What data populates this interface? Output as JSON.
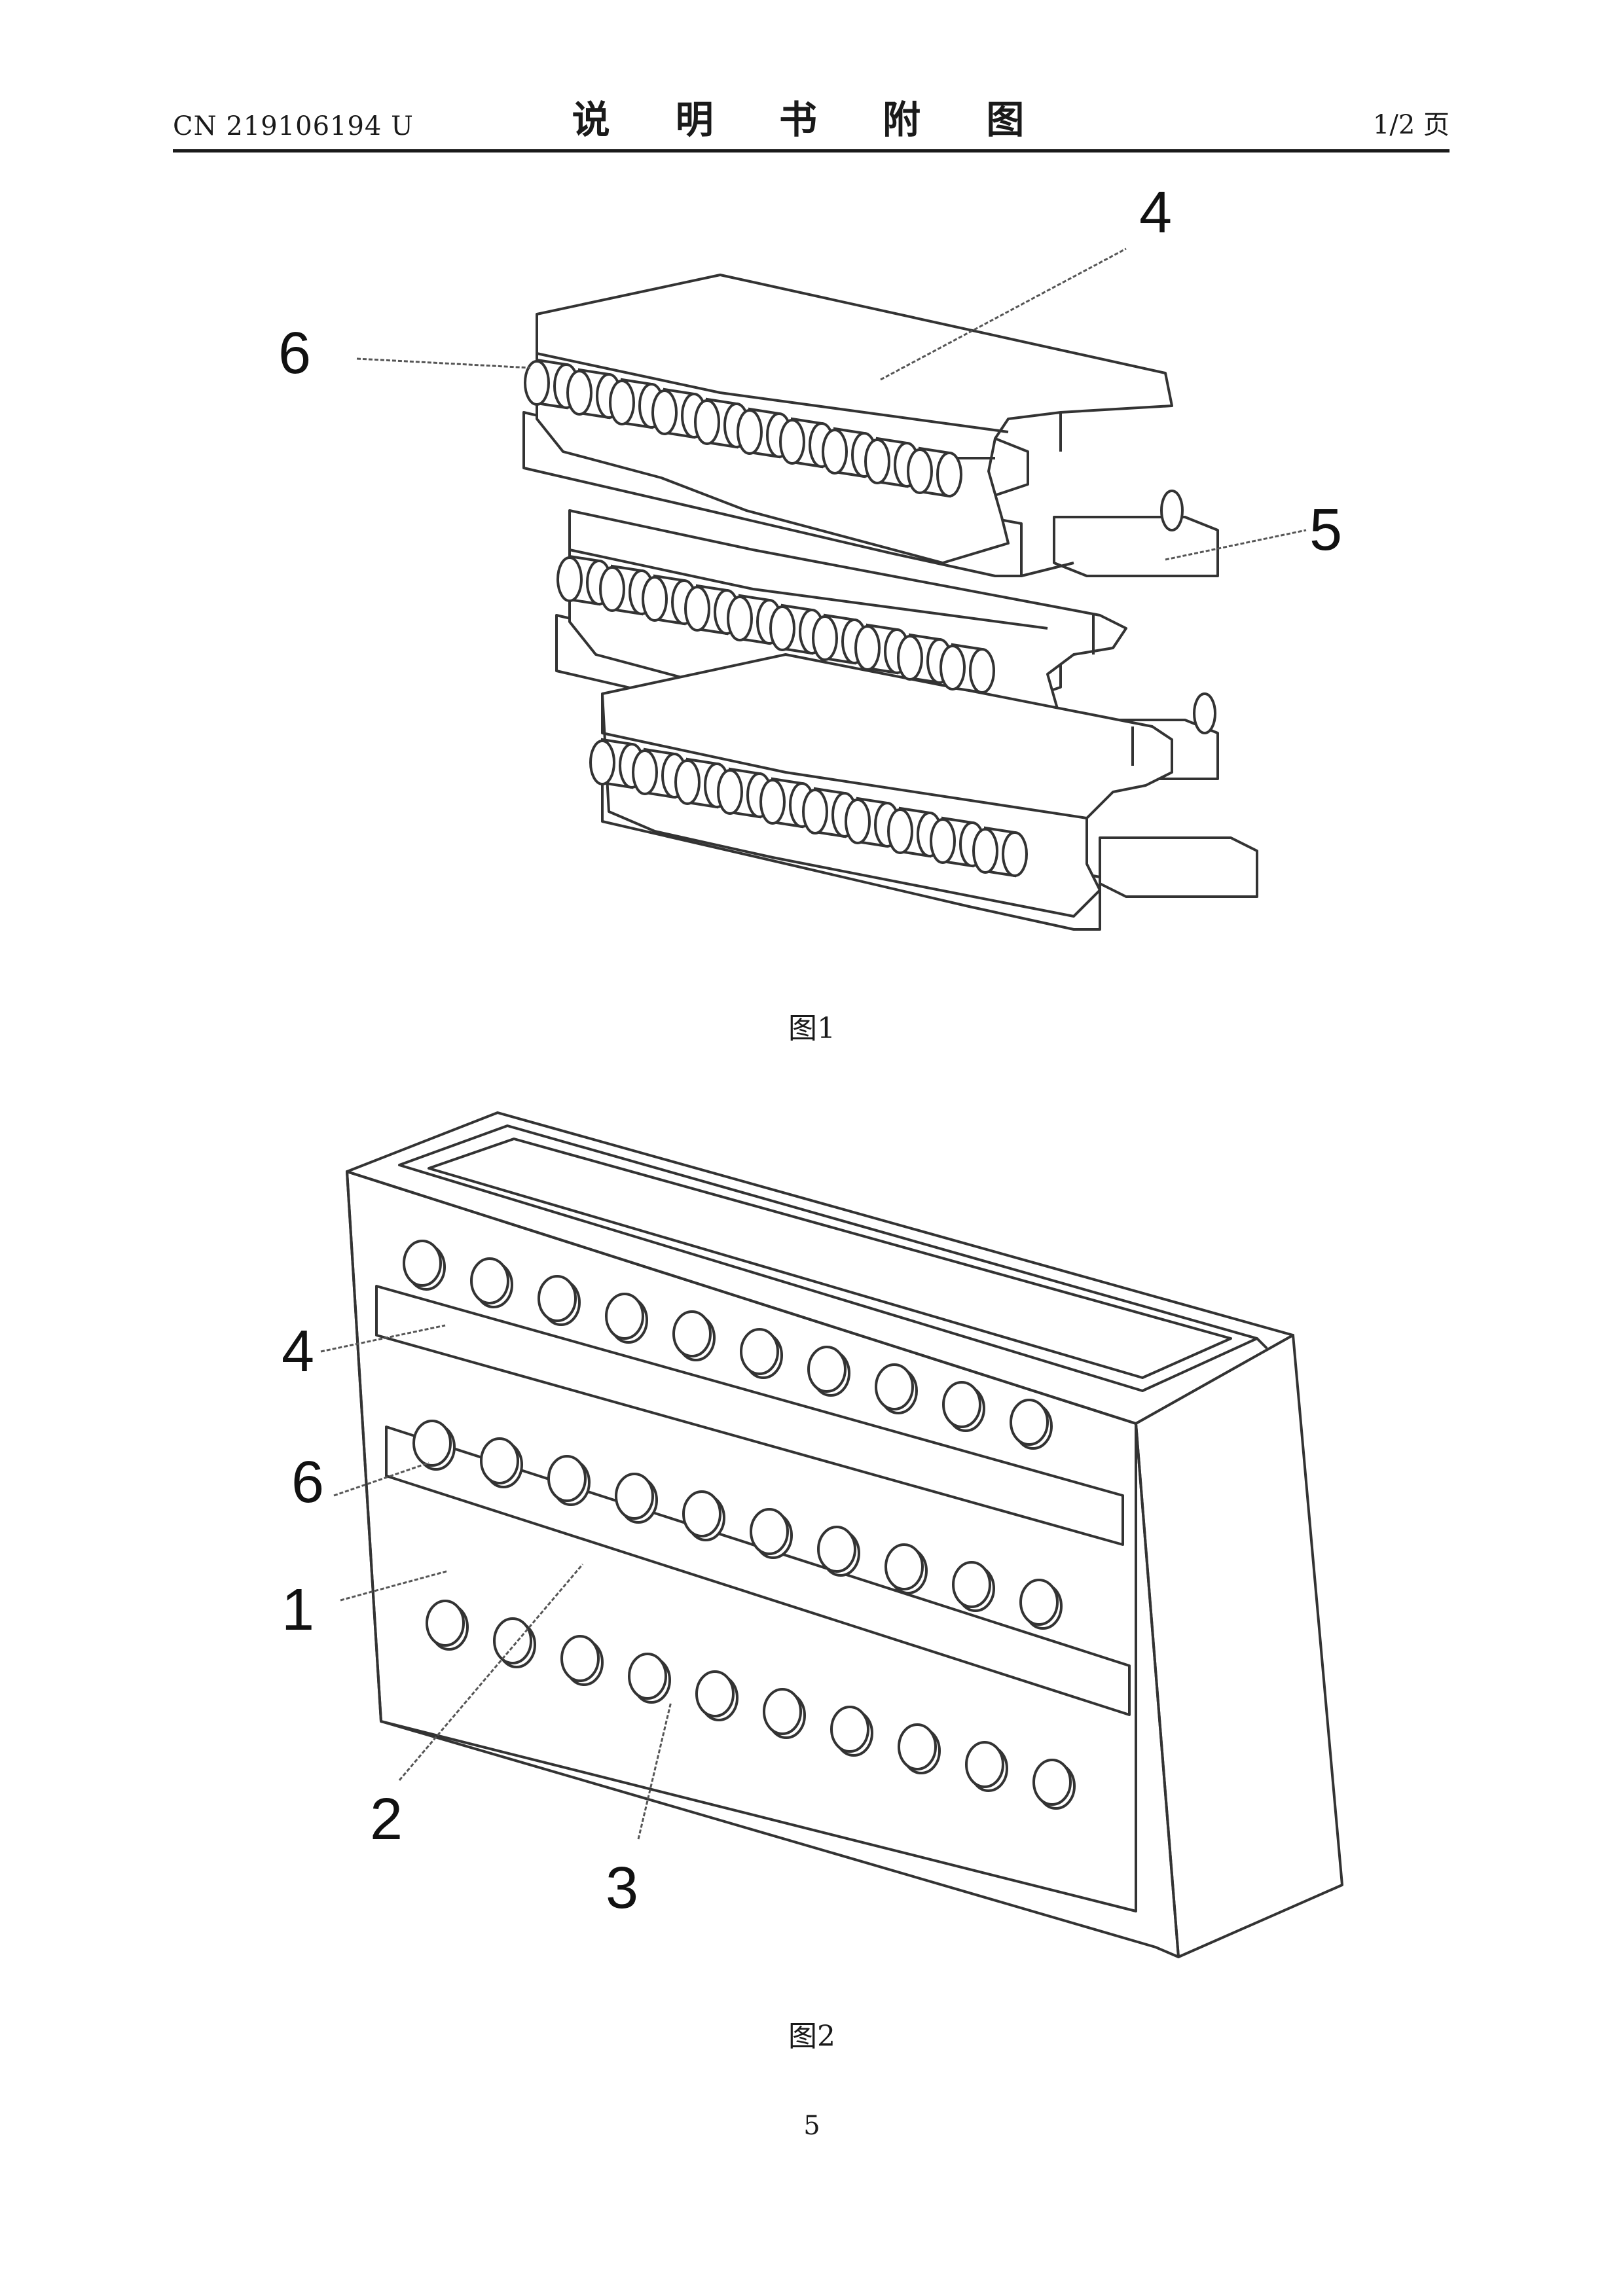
{
  "header": {
    "left": "CN 219106194 U",
    "center": "说 明 书 附 图",
    "right": "1/2 页"
  },
  "figures": [
    {
      "caption": "图1",
      "callouts": [
        "4",
        "6",
        "5"
      ]
    },
    {
      "caption": "图2",
      "callouts": [
        "4",
        "6",
        "1",
        "2",
        "3"
      ]
    }
  ],
  "page_number": "5"
}
